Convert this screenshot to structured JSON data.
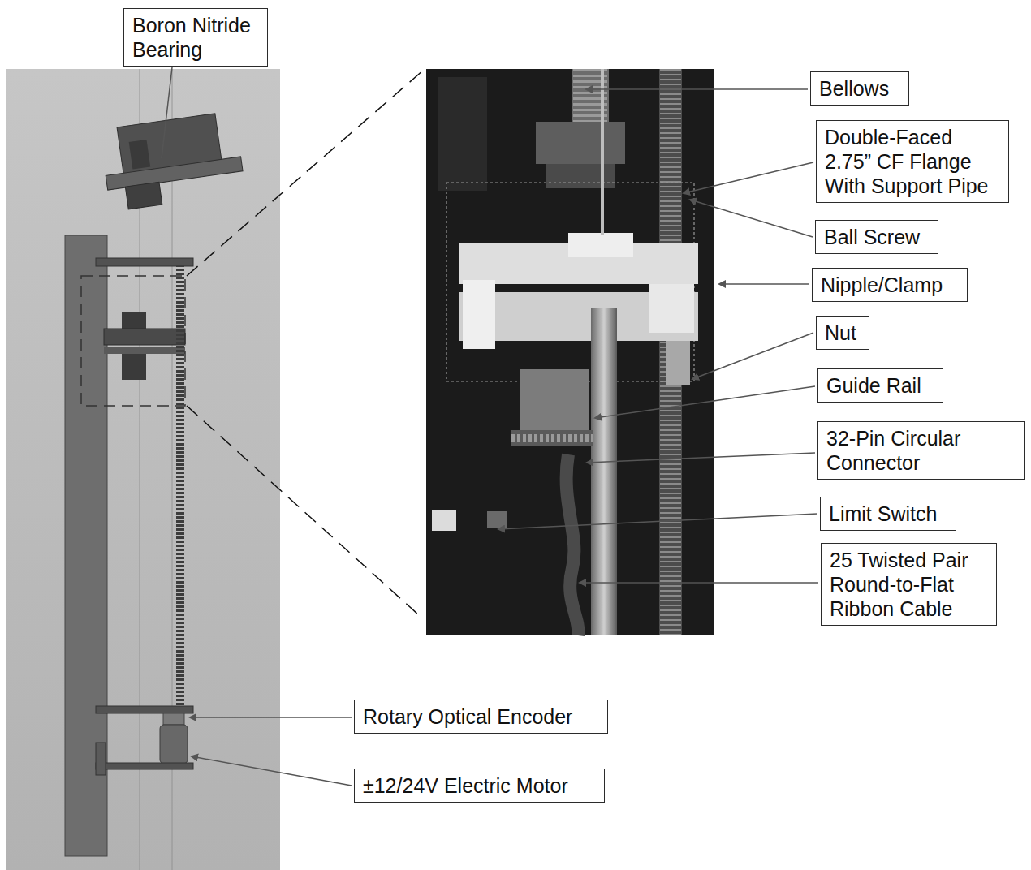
{
  "diagram": {
    "nodes": [
      {
        "text": [
          "Boron Nitride Bearing"
        ]
      },
      {
        "text": [
          "Bellows"
        ]
      },
      {
        "text": [
          "Double-Faced 2.75” CF Flange With Support Pipe"
        ]
      },
      {
        "text": [
          "Ball Screw"
        ]
      },
      {
        "text": [
          "Nipple/Clamp"
        ]
      },
      {
        "text": [
          "Nut"
        ]
      },
      {
        "text": [
          "Guide Rail"
        ]
      },
      {
        "text": [
          "32-Pin Circular Connector"
        ]
      },
      {
        "text": [
          "Limit Switch"
        ]
      },
      {
        "text": [
          "25 Twisted Pair Round-to-Flat Ribbon Cable"
        ]
      },
      {
        "text": [
          "Rotary Optical Encoder"
        ]
      },
      {
        "text": [
          "±12/24V Electric Motor"
        ]
      }
    ]
  }
}
